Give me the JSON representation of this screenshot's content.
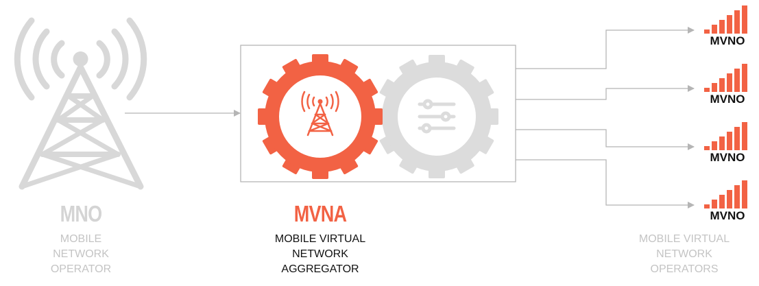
{
  "mno": {
    "title": "MNO",
    "line1": "MOBILE",
    "line2": "NETWORK",
    "line3": "OPERATOR"
  },
  "mvna": {
    "title": "MVNA",
    "line1": "MOBILE VIRTUAL",
    "line2": "NETWORK",
    "line3": "AGGREGATOR"
  },
  "mvno_items": [
    "MVNO",
    "MVNO",
    "MVNO",
    "MVNO"
  ],
  "mvnos": {
    "line1": "MOBILE VIRTUAL",
    "line2": "NETWORK",
    "line3": "OPERATORS"
  },
  "colors": {
    "accent": "#f26244",
    "gray": "#d8d8d8",
    "line": "#b5b5b5",
    "text": "#111111"
  },
  "icons": [
    "cell-tower-icon",
    "gear-tower-icon",
    "gear-settings-icon",
    "signal-bars-icon",
    "arrow-icon"
  ]
}
